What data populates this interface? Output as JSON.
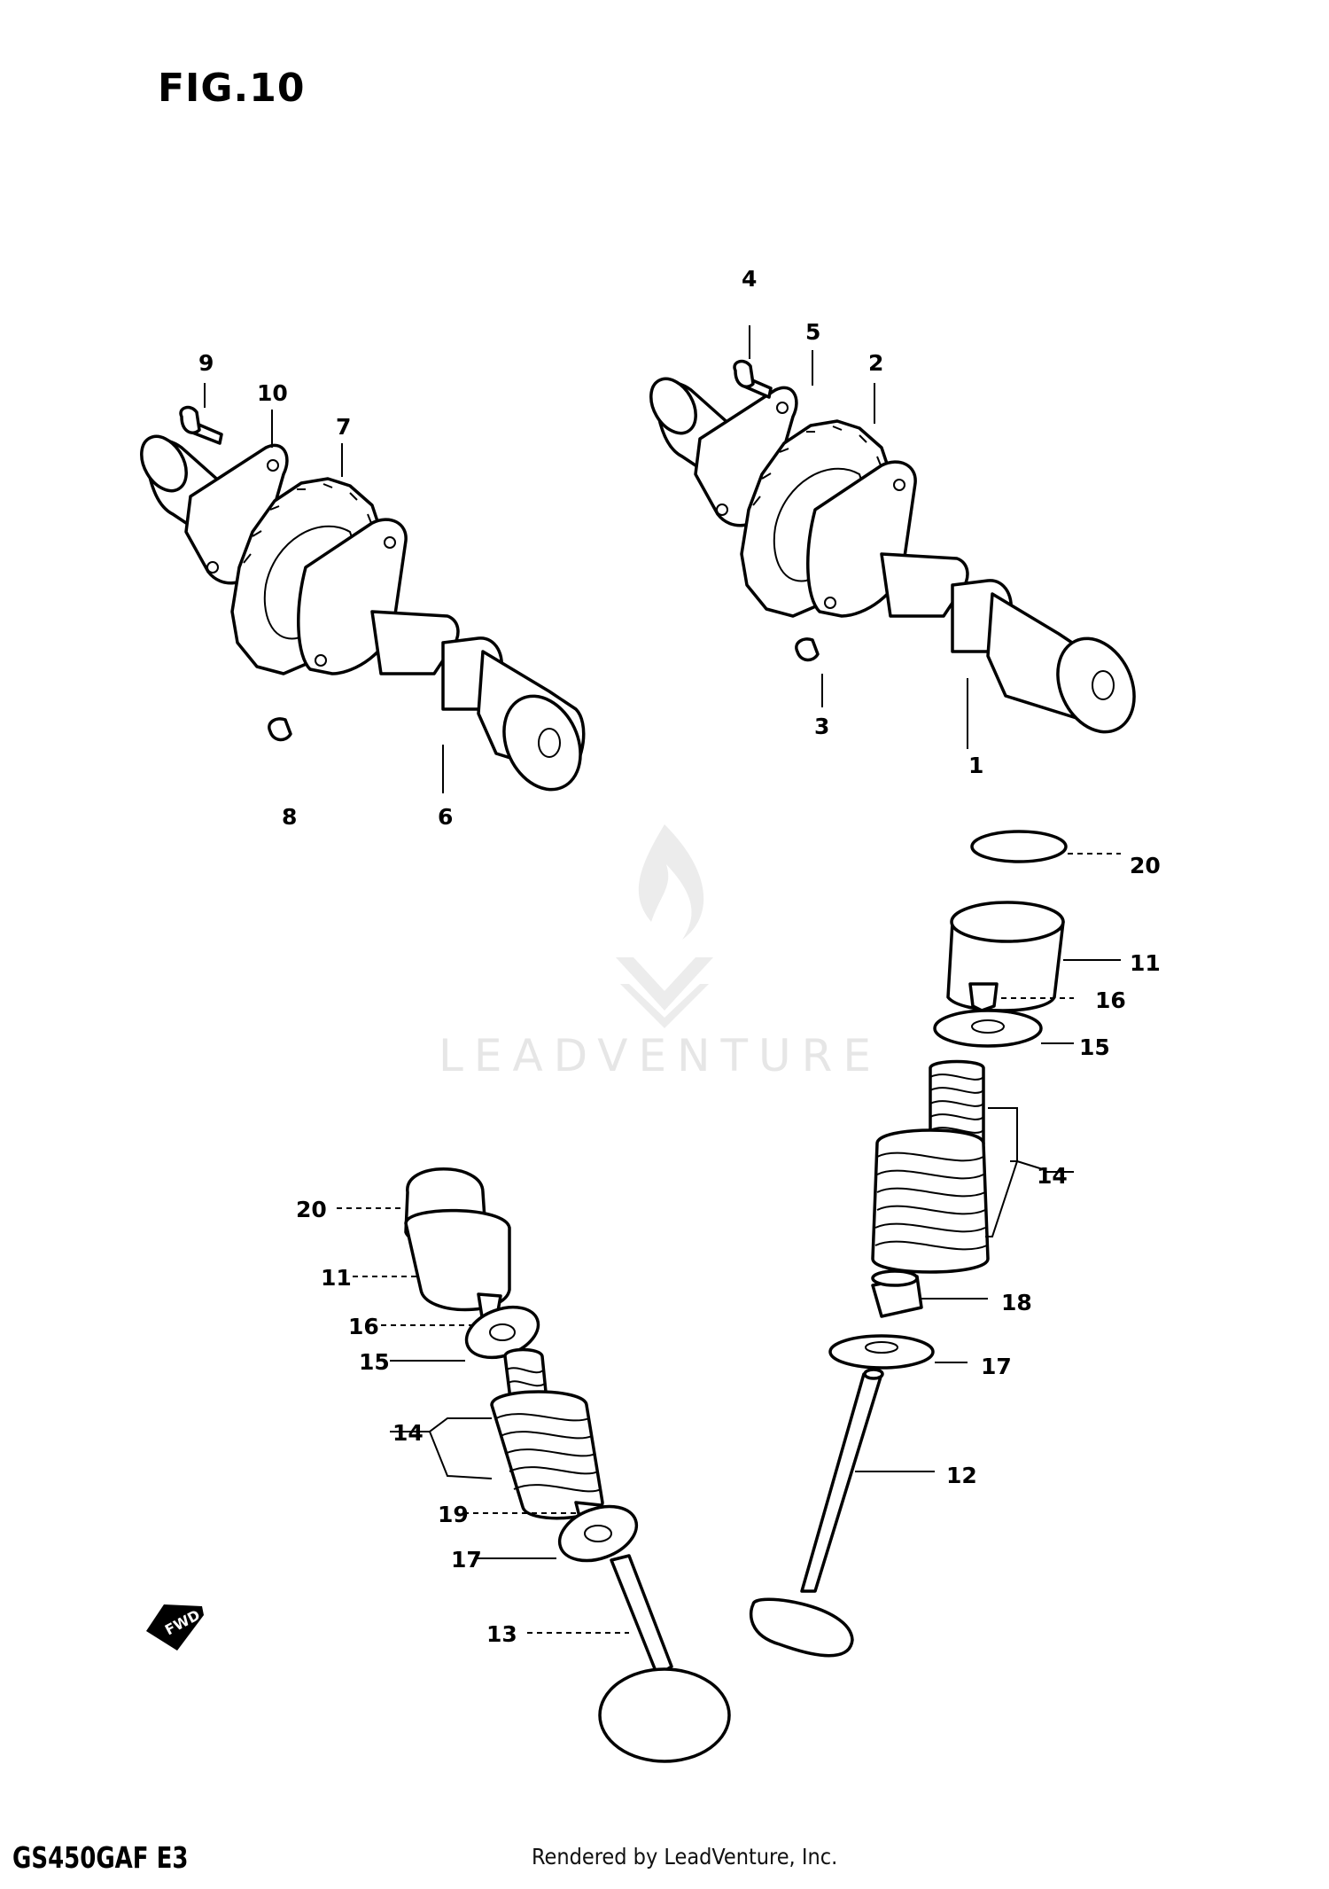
{
  "figure": {
    "title": "FIG.10",
    "model_code": "GS450GAF E3",
    "footer": "Rendered by LeadVenture, Inc.",
    "watermark": "LEADVENTURE",
    "fwd_label": "FWD"
  },
  "callouts": [
    "1",
    "2",
    "3",
    "4",
    "5",
    "6",
    "7",
    "8",
    "9",
    "10",
    "11",
    "12",
    "13",
    "14",
    "15",
    "16",
    "17",
    "18",
    "19",
    "20"
  ],
  "labels": {
    "c1": "1",
    "c2": "2",
    "c3": "3",
    "c4": "4",
    "c5": "5",
    "c6": "6",
    "c7": "7",
    "c8": "8",
    "c9": "9",
    "c10": "10",
    "r20": "20",
    "r11": "11",
    "r16": "16",
    "r15": "15",
    "r14": "14",
    "r18": "18",
    "r17": "17",
    "r12": "12",
    "l20": "20",
    "l11": "11",
    "l16": "16",
    "l15": "15",
    "l14": "14",
    "l19": "19",
    "l17": "17",
    "l13": "13"
  }
}
